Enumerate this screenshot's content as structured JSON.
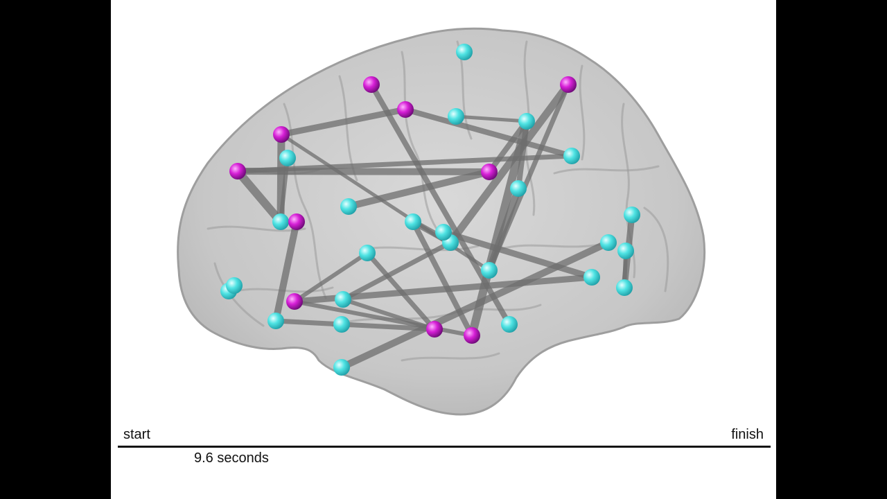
{
  "timeline": {
    "start_label": "start",
    "finish_label": "finish",
    "elapsed_label": "9.6 seconds"
  },
  "colors": {
    "background_sides": "#000000",
    "stage": "#ffffff",
    "brain_fill": "#bdbdbd",
    "edge": "#6e6e6e",
    "node_cyan": "#4fe3e3",
    "node_magenta": "#d61fd6"
  },
  "network": {
    "nodes": [
      {
        "id": "c1",
        "kind": "cyan"
      },
      {
        "id": "c2",
        "kind": "cyan"
      },
      {
        "id": "c3",
        "kind": "cyan"
      },
      {
        "id": "c4",
        "kind": "cyan"
      },
      {
        "id": "c5",
        "kind": "cyan"
      },
      {
        "id": "c6",
        "kind": "cyan"
      },
      {
        "id": "c7",
        "kind": "cyan"
      },
      {
        "id": "c8",
        "kind": "cyan"
      },
      {
        "id": "c9",
        "kind": "cyan"
      },
      {
        "id": "c10",
        "kind": "cyan"
      },
      {
        "id": "c11",
        "kind": "cyan"
      },
      {
        "id": "c12",
        "kind": "cyan"
      },
      {
        "id": "c13",
        "kind": "cyan"
      },
      {
        "id": "c14",
        "kind": "cyan"
      },
      {
        "id": "c15",
        "kind": "cyan"
      },
      {
        "id": "c16",
        "kind": "cyan"
      },
      {
        "id": "c17",
        "kind": "cyan"
      },
      {
        "id": "c18",
        "kind": "cyan"
      },
      {
        "id": "c19",
        "kind": "cyan"
      },
      {
        "id": "c20",
        "kind": "cyan"
      },
      {
        "id": "c21",
        "kind": "cyan"
      },
      {
        "id": "c22",
        "kind": "cyan"
      },
      {
        "id": "c23",
        "kind": "cyan"
      },
      {
        "id": "c24",
        "kind": "cyan"
      },
      {
        "id": "c25",
        "kind": "cyan"
      },
      {
        "id": "m1",
        "kind": "magenta"
      },
      {
        "id": "m2",
        "kind": "magenta"
      },
      {
        "id": "m3",
        "kind": "magenta"
      },
      {
        "id": "m4",
        "kind": "magenta"
      },
      {
        "id": "m5",
        "kind": "magenta"
      },
      {
        "id": "m6",
        "kind": "magenta"
      },
      {
        "id": "m7",
        "kind": "magenta"
      },
      {
        "id": "m8",
        "kind": "magenta"
      },
      {
        "id": "m9",
        "kind": "magenta"
      },
      {
        "id": "m10",
        "kind": "magenta"
      }
    ],
    "edges": [
      [
        "m1",
        "m9"
      ],
      [
        "m1",
        "c10"
      ],
      [
        "m1",
        "c4"
      ],
      [
        "c2",
        "c4"
      ],
      [
        "m3",
        "m4"
      ],
      [
        "m3",
        "c10"
      ],
      [
        "m4",
        "c4"
      ],
      [
        "m4",
        "c12"
      ],
      [
        "m5",
        "c4"
      ],
      [
        "m5",
        "c19"
      ],
      [
        "m6",
        "m7"
      ],
      [
        "m6",
        "c16"
      ],
      [
        "m7",
        "c6"
      ],
      [
        "m7",
        "c9"
      ],
      [
        "m8",
        "c8"
      ],
      [
        "m8",
        "c17"
      ],
      [
        "m9",
        "c5"
      ],
      [
        "m9",
        "c9"
      ],
      [
        "c3",
        "c9"
      ],
      [
        "c6",
        "c7"
      ],
      [
        "c7",
        "c17"
      ],
      [
        "c7",
        "m10"
      ],
      [
        "c8",
        "m6"
      ],
      [
        "c9",
        "c11"
      ],
      [
        "c11",
        "c12"
      ],
      [
        "c12",
        "m10"
      ],
      [
        "c13",
        "c20"
      ],
      [
        "c15",
        "c20"
      ],
      [
        "m2",
        "c21"
      ],
      [
        "c22",
        "c14"
      ],
      [
        "c19",
        "m8"
      ],
      [
        "c23",
        "c16"
      ]
    ]
  }
}
